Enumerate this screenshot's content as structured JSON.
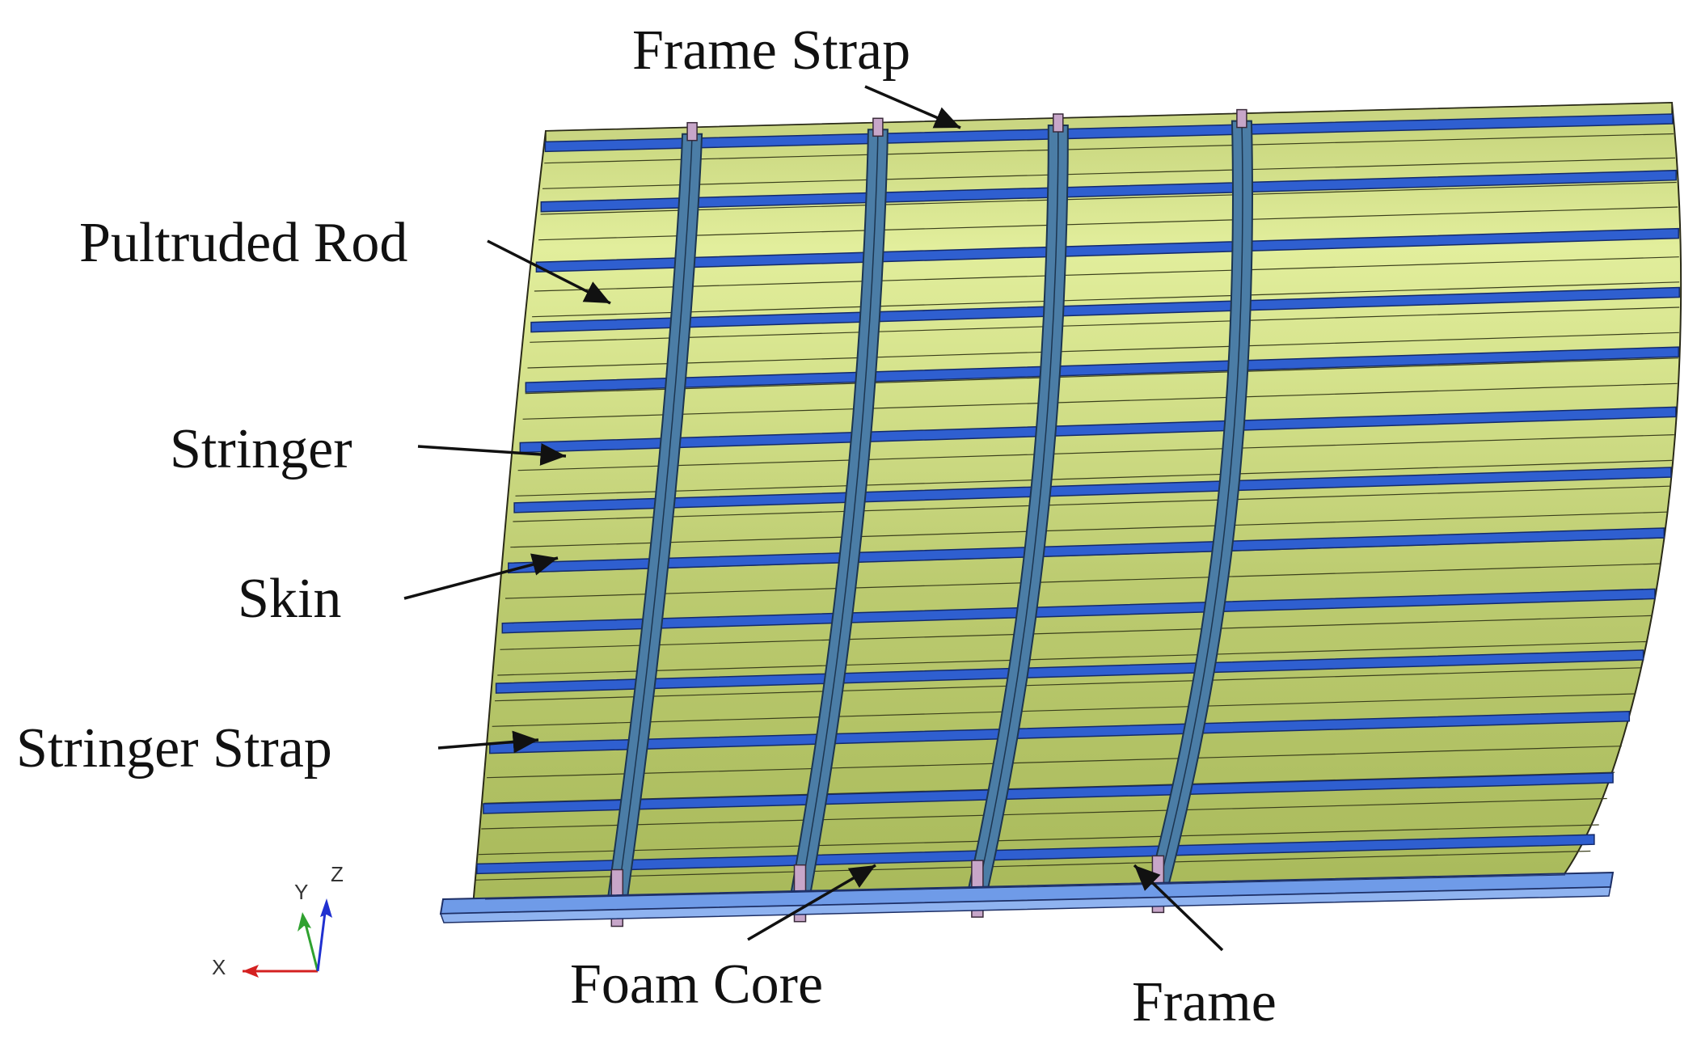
{
  "figure": {
    "labels": {
      "frame_strap": "Frame Strap",
      "pultruded_rod": "Pultruded Rod",
      "stringer": "Stringer",
      "skin": "Skin",
      "stringer_strap": "Stringer Strap",
      "foam_core": "Foam Core",
      "frame": "Frame"
    },
    "triad": {
      "x": "X",
      "y": "Y",
      "z": "Z"
    },
    "colors": {
      "skin_light": "#dfea96",
      "skin_mid": "#b9c96c",
      "skin_dark": "#9aad4c",
      "stringer_blue": "#2f5fd0",
      "frame_blue": "#4b7da6",
      "rod_blue": "#6f9be8",
      "foam_pink": "#c7a6c9",
      "axis_red": "#d42020",
      "axis_green": "#2fa12f",
      "axis_blue": "#2030d0"
    }
  }
}
